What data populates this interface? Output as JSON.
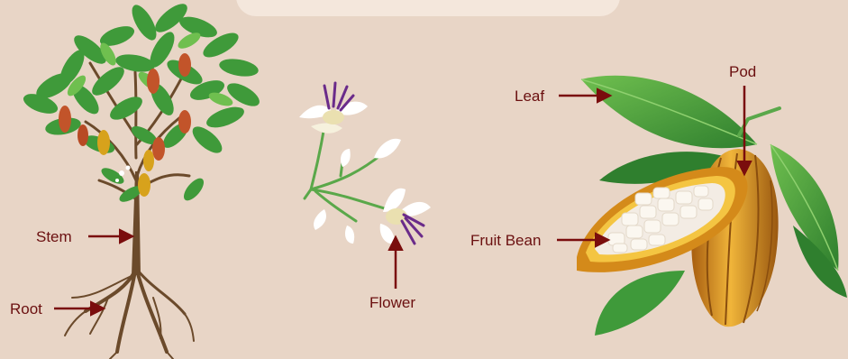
{
  "labels": {
    "stem": "Stem",
    "root": "Root",
    "flower": "Flower",
    "leaf": "Leaf",
    "pod": "Pod",
    "fruit_bean": "Fruit Bean"
  },
  "colors": {
    "background": "#e8d5c6",
    "label_text": "#6b1010",
    "arrow": "#7a0d0d",
    "leaf_green": "#3f9a3a",
    "pod_orange": "#d88a1c",
    "trunk_brown": "#6b4a2b"
  }
}
